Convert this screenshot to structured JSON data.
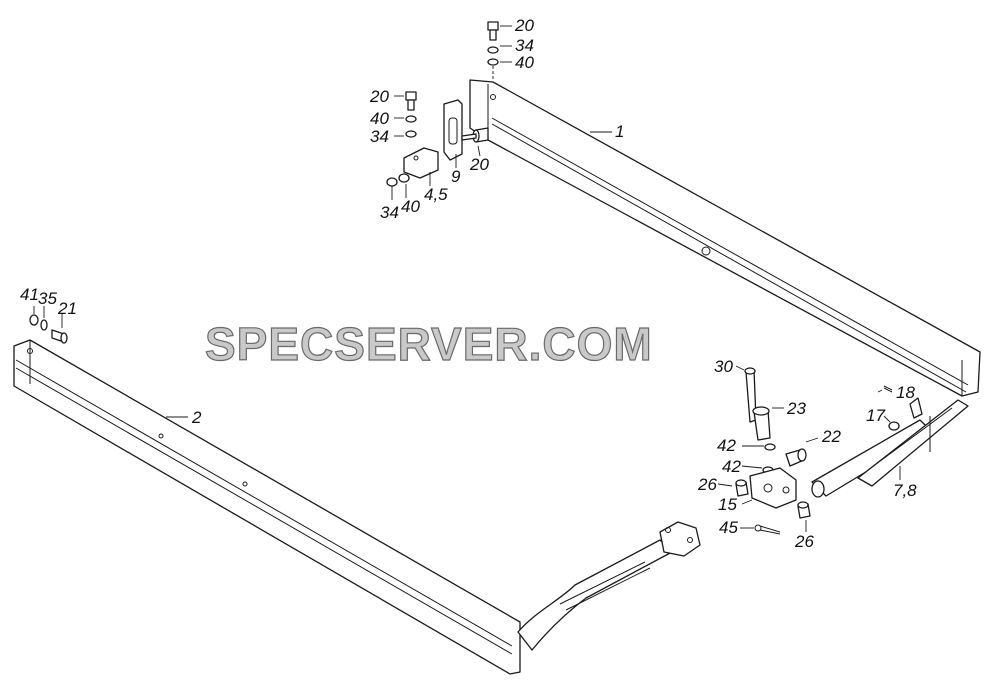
{
  "watermark": "SPECSERVER.COM",
  "callouts": {
    "c1": "1",
    "c2": "2",
    "c9": "9",
    "c45_parts": "4,5",
    "c78": "7,8",
    "c15": "15",
    "c17": "17",
    "c18": "18",
    "c20_top": "20",
    "c34_top": "34",
    "c40_top": "40",
    "c20_left": "20",
    "c40_left": "40",
    "c34_left": "34",
    "c20_bolt": "20",
    "c34_bottom": "34",
    "c40_bottom": "40",
    "c41": "41",
    "c35": "35",
    "c21": "21",
    "c30": "30",
    "c23": "23",
    "c22": "22",
    "c42_a": "42",
    "c42_b": "42",
    "c26_a": "26",
    "c26_b": "26",
    "c45": "45"
  },
  "colors": {
    "line": "#1a1a1a",
    "watermark_fill": "#c9c9c9",
    "watermark_stroke": "#6a6a6a"
  }
}
